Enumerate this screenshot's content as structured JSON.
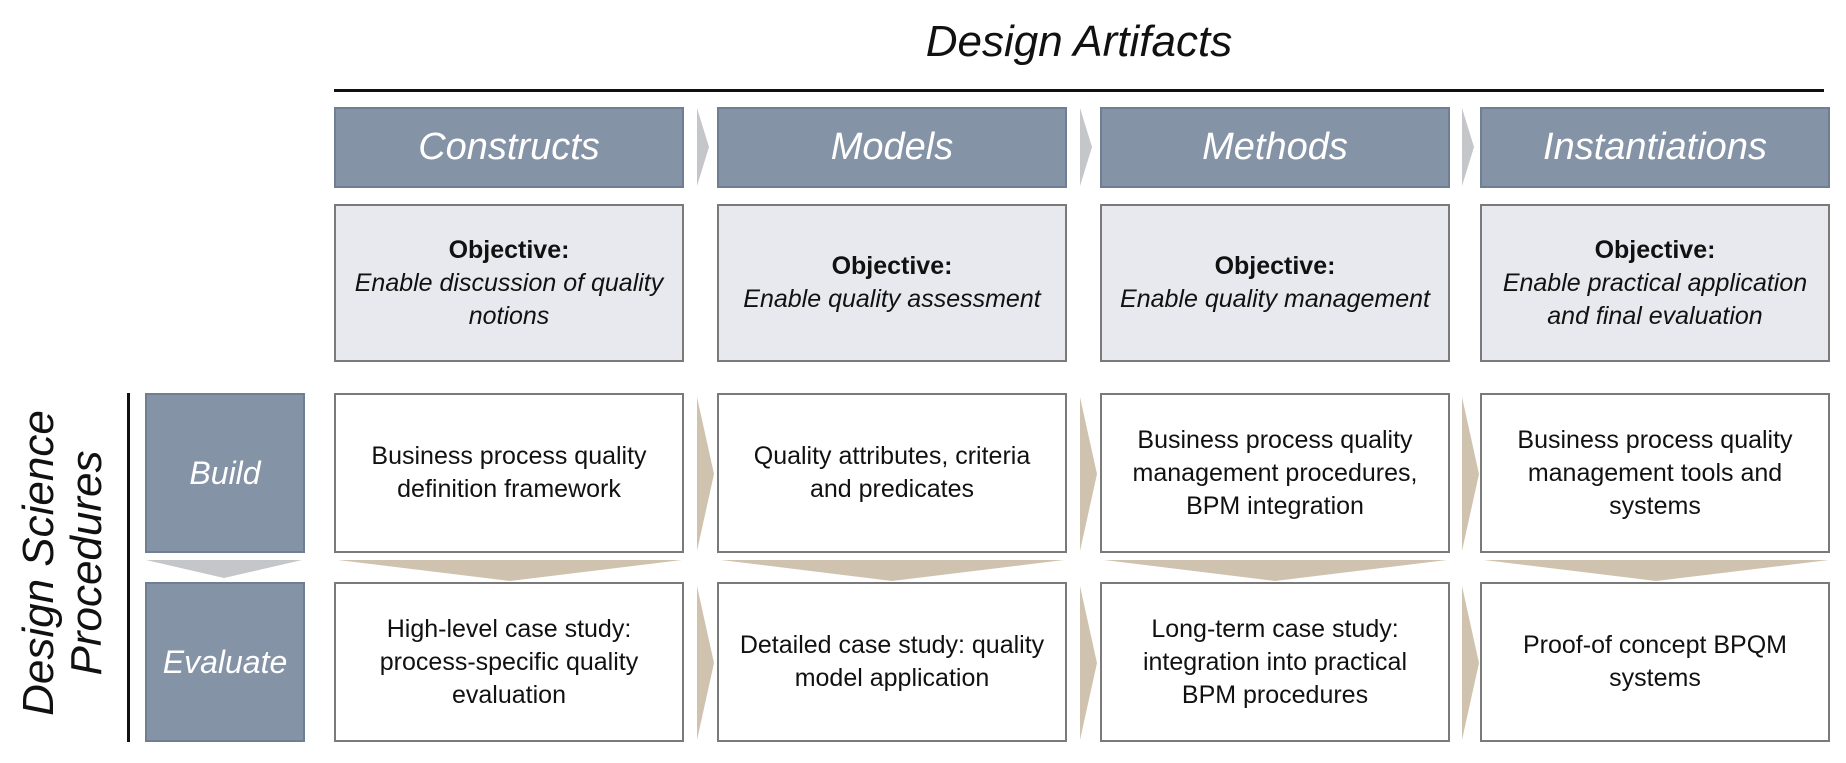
{
  "diagram": {
    "title": "Design Artifacts",
    "side_title_line1": "Design Science",
    "side_title_line2": "Procedures",
    "colors": {
      "header_fill": "#8593a6",
      "objective_fill": "#e8e9ee",
      "arrow_tan": "#cfc3af",
      "arrow_grey": "#c4c6ca"
    },
    "columns": [
      {
        "header": "Constructs",
        "objective_label": "Objective:",
        "objective": "Enable discussion of quality notions",
        "build": "Business process quality definition framework",
        "evaluate": "High-level case study: process-specific quality evaluation"
      },
      {
        "header": "Models",
        "objective_label": "Objective:",
        "objective": "Enable quality assessment",
        "build": "Quality attributes, criteria and predicates",
        "evaluate": "Detailed case study: quality model application"
      },
      {
        "header": "Methods",
        "objective_label": "Objective:",
        "objective": "Enable quality management",
        "build": "Business process quality management procedures, BPM integration",
        "evaluate": "Long-term case study: integration into practical BPM procedures"
      },
      {
        "header": "Instantiations",
        "objective_label": "Objective:",
        "objective": "Enable practical application and final evaluation",
        "build": "Business process quality management tools and systems",
        "evaluate": "Proof-of concept BPQM systems"
      }
    ],
    "rows": [
      {
        "label": "Build"
      },
      {
        "label": "Evaluate"
      }
    ]
  }
}
